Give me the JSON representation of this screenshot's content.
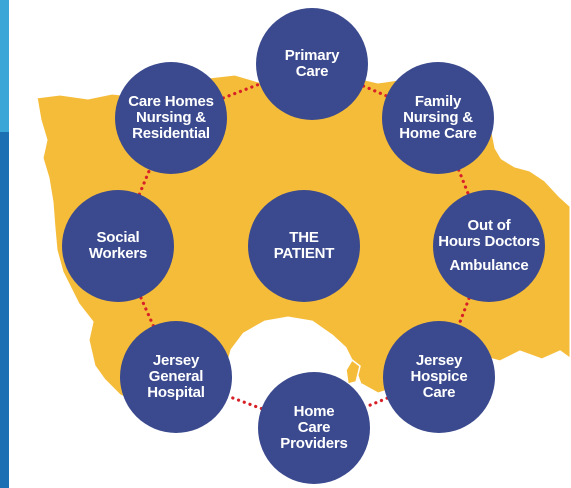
{
  "colors": {
    "map": "#f5bc3a",
    "node": "#3b4a8e",
    "connector": "#d72027",
    "text": "#ffffff",
    "edge_bar_top": "#3aa6d8",
    "edge_bar_bottom": "#1d6fb3"
  },
  "center": {
    "label": "THE\nPATIENT"
  },
  "nodes": [
    {
      "id": "primary-care",
      "label": "Primary\nCare"
    },
    {
      "id": "family-nursing",
      "label": "Family\nNursing &\nHome Care"
    },
    {
      "id": "out-of-hours",
      "label": "Out of\nHours Doctors",
      "sub": "Ambulance"
    },
    {
      "id": "jersey-hospice",
      "label": "Jersey\nHospice\nCare"
    },
    {
      "id": "home-care-providers",
      "label": "Home\nCare\nProviders"
    },
    {
      "id": "jersey-general-hospital",
      "label": "Jersey\nGeneral\nHospital"
    },
    {
      "id": "social-workers",
      "label": "Social\nWorkers"
    },
    {
      "id": "care-homes",
      "label": "Care Homes\nNursing &\nResidential"
    }
  ]
}
